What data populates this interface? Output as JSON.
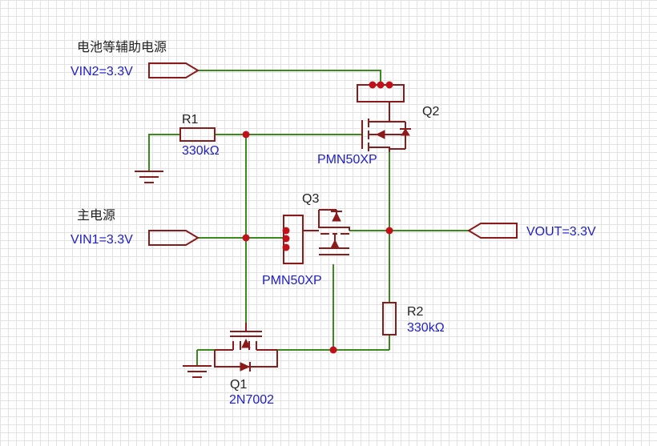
{
  "labels": {
    "aux_supply_title": "电池等辅助电源",
    "main_supply_title": "主电源",
    "vin2": "VIN2=3.3V",
    "vin1": "VIN1=3.3V",
    "vout": "VOUT=3.3V"
  },
  "components": {
    "r1": {
      "ref": "R1",
      "value": "330kΩ"
    },
    "r2": {
      "ref": "R2",
      "value": "330kΩ"
    },
    "q1": {
      "ref": "Q1",
      "part": "2N7002"
    },
    "q2": {
      "ref": "Q2",
      "part": "PMN50XP"
    },
    "q3": {
      "ref": "Q3",
      "part": "PMN50XP"
    }
  },
  "colors": {
    "wire": "#3a8a1e",
    "symbol": "#8b1a1a",
    "junction": "#c0101a",
    "net_label": "#2020c8",
    "text": "#222222"
  }
}
